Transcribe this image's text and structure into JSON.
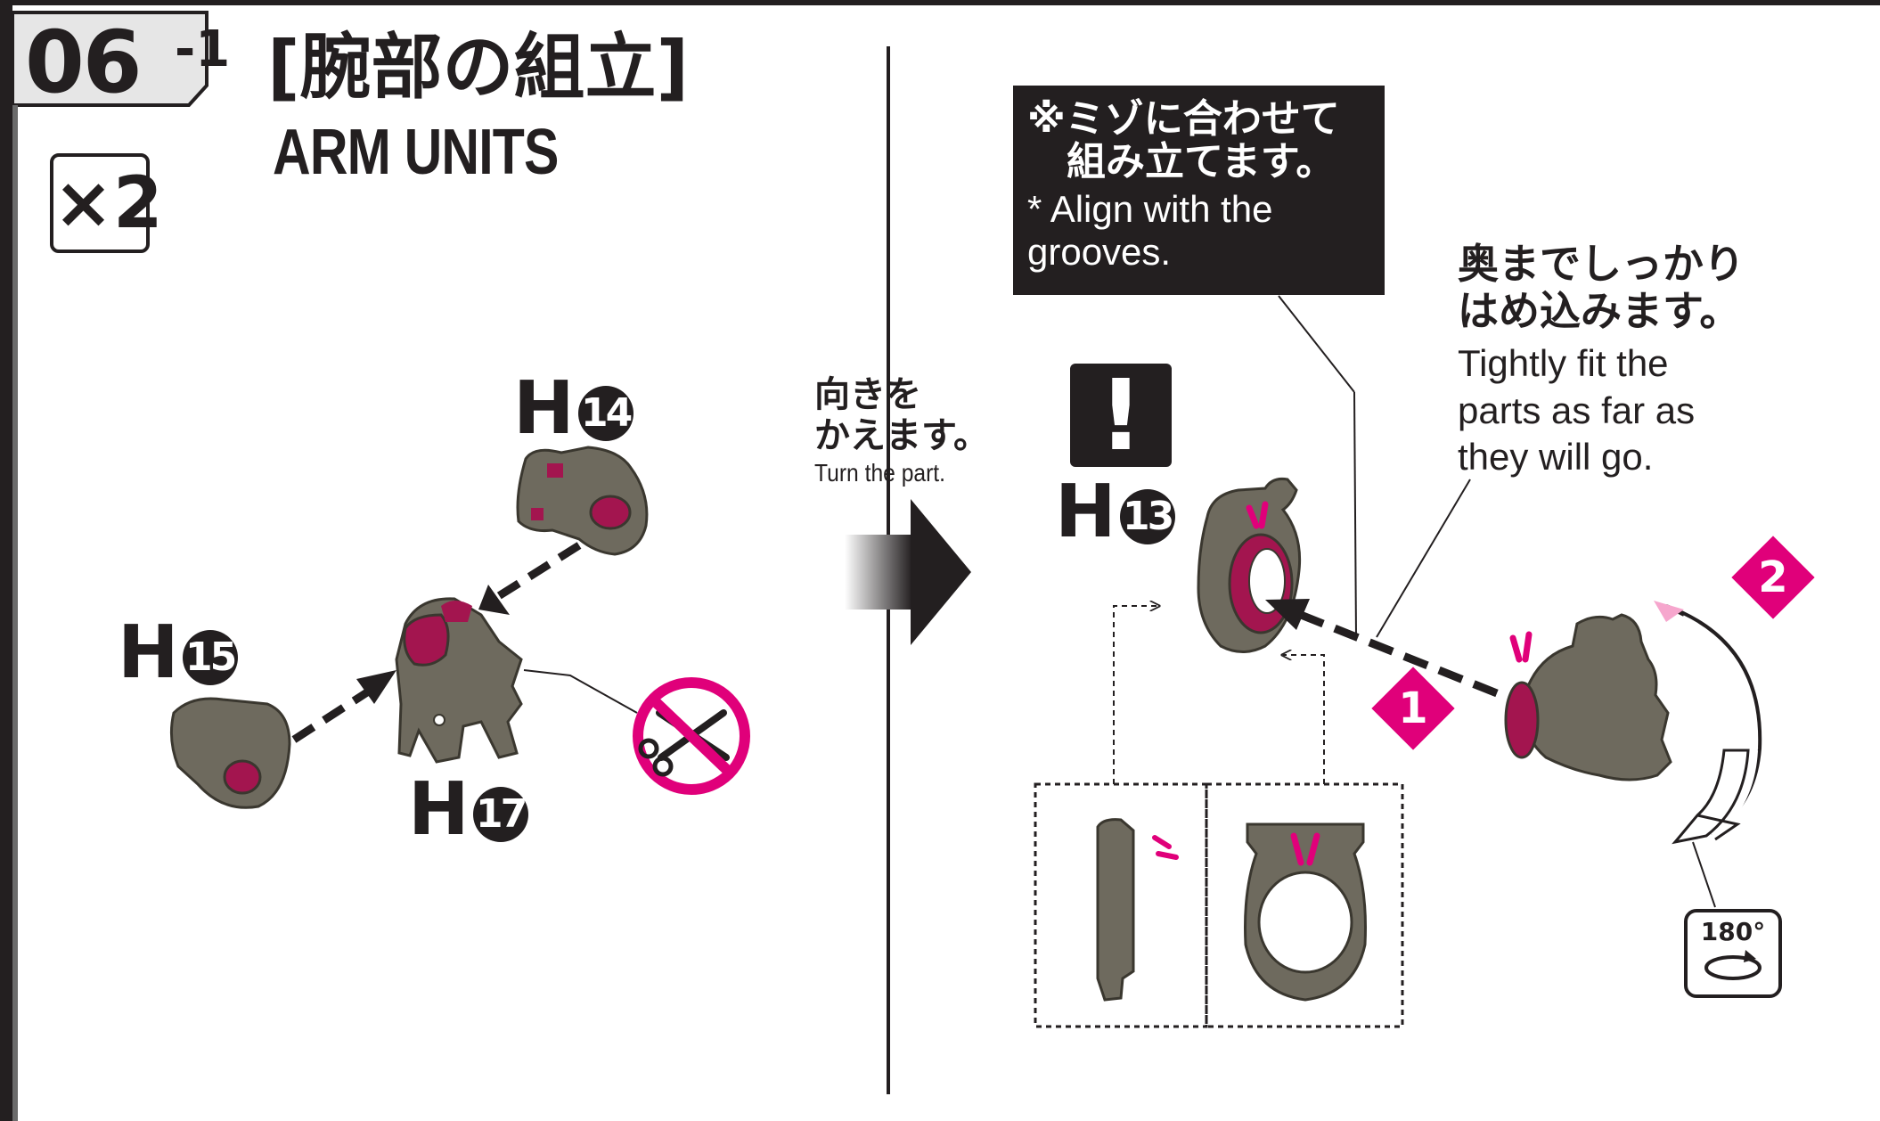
{
  "step": {
    "number": "06",
    "sub": "-1",
    "title_jp": "[腕部の組立]",
    "title_en": "ARM UNITS",
    "quantity": "×2"
  },
  "parts": {
    "h14": {
      "letter": "H",
      "num": "14"
    },
    "h15": {
      "letter": "H",
      "num": "15"
    },
    "h17": {
      "letter": "H",
      "num": "17"
    },
    "h13": {
      "letter": "H",
      "num": "13"
    }
  },
  "turn": {
    "jp": "向きを\nかえます。",
    "en": "Turn the part."
  },
  "note": {
    "jp": "※ミゾに合わせて\n　組み立てます。",
    "en": "* Align with the\n  grooves."
  },
  "fit": {
    "jp": "奥までしっかり\nはめ込みます。",
    "en": "Tightly fit the\nparts as far as\nthey will go."
  },
  "warning_mark": "!",
  "step_markers": [
    "1",
    "2"
  ],
  "rotation": "180°",
  "colors": {
    "ink": "#231f20",
    "accent": "#e0007a",
    "part_gray": "#6e6a5e",
    "part_socket": "#a3154f"
  },
  "icons": [
    "no-cutting-icon",
    "rotate-icon",
    "warning-icon"
  ]
}
